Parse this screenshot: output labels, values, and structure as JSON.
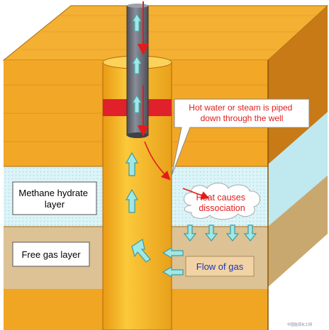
{
  "labels": {
    "methane_hydrate": [
      "Methane hydrate",
      "layer"
    ],
    "free_gas": "Free gas layer",
    "flow_of_gas": "Flow of gas",
    "hot_water": [
      "Hot water or steam is piped",
      "down through the well"
    ],
    "heat_causes": [
      "Heat causes",
      "dissociation"
    ],
    "watermark": "中国能源化工网"
  },
  "colors": {
    "earth_top": "#f0a623",
    "earth_side": "#d07f12",
    "hydrate": "#d8f3f7",
    "free_gas": "#dcc090",
    "well": "#f7b723",
    "pipe": "#6b6f78",
    "seal": "#e0202a",
    "arrow_cyan": "#9ee8e6",
    "callout_text": "#e21b1b",
    "flow_text": "#1a37b8"
  },
  "icons": [
    "up-arrow-icon",
    "down-arrow-icon",
    "left-arrow-icon"
  ]
}
